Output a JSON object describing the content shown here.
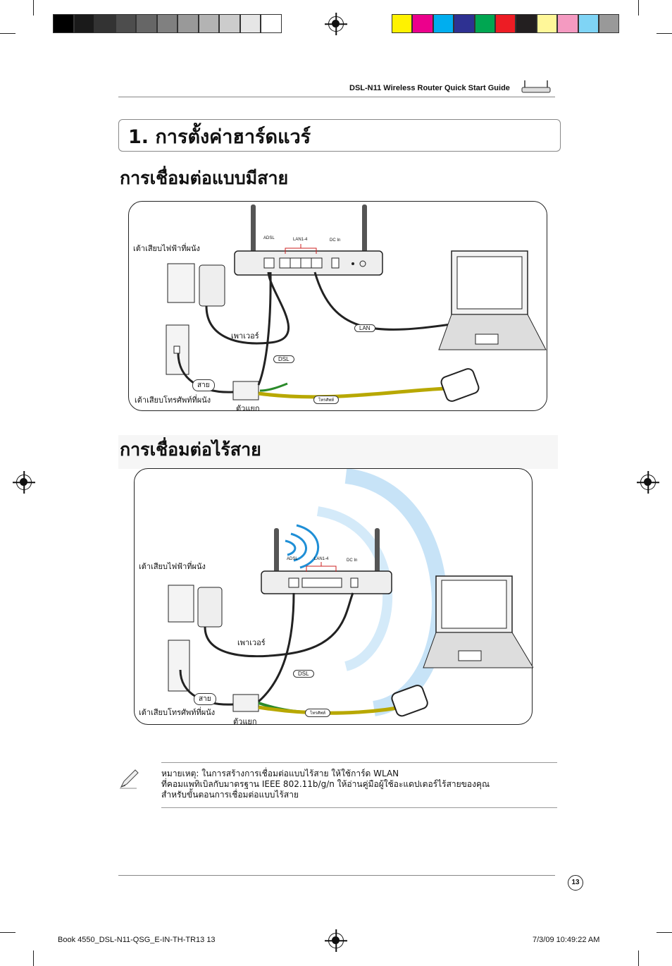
{
  "header": {
    "guide_title": "DSL-N11 Wireless Router Quick Start Guide"
  },
  "chapter": {
    "title": "1. การตั้งค่าฮาร์ดแวร์"
  },
  "wired": {
    "title": "การเชื่อมต่อแบบมีสาย",
    "labels": {
      "power_outlet": "เต้าเสียบไฟฟ้าที่ผนัง",
      "power_adapter": "เพาเวอร์",
      "phone_outlet": "เต้าเสียบโทรศัพท์ที่ผนัง",
      "line": "สาย",
      "splitter": "ตัวแยก",
      "dsl": "DSL",
      "lan": "LAN",
      "phone": "โทรศัพท์",
      "port_adsl": "ADSL",
      "port_lan": "LAN1-4",
      "port_dc": "DC In"
    }
  },
  "wireless": {
    "title": "การเชื่อมต่อไร้สาย",
    "labels": {
      "power_outlet": "เต้าเสียบไฟฟ้าที่ผนัง",
      "power_adapter": "เพาเวอร์",
      "phone_outlet": "เต้าเสียบโทรศัพท์ที่ผนัง",
      "line": "สาย",
      "splitter": "ตัวแยก",
      "dsl": "DSL",
      "phone": "โทรศัพท์",
      "port_adsl": "ADSL",
      "port_lan": "LAN1-4",
      "port_dc": "DC In"
    }
  },
  "note": {
    "line1": "หมายเหตุ: ในการสร้างการเชื่อมต่อแบบไร้สาย ให้ใช้การ์ด WLAN",
    "line2": "ที่คอมแพทิเบิลกับมาตรฐาน IEEE 802.11b/g/n ให้อ่านคู่มือผู้ใช้อะแดปเตอร์ไร้สายของคุณ",
    "line3": "สำหรับขั้นตอนการเชื่อมต่อแบบไร้สาย"
  },
  "page_number": "13",
  "footer": {
    "file": "Book 4550_DSL-N11-QSG_E-IN-TH-TR13   13",
    "timestamp": "7/3/09   10:49:22 AM"
  },
  "colors": {
    "gray_bar": [
      "#000000",
      "#1a1a1a",
      "#333333",
      "#4d4d4d",
      "#666666",
      "#808080",
      "#999999",
      "#b3b3b3",
      "#cccccc",
      "#e6e6e6",
      "#ffffff"
    ],
    "color_bar": [
      "#fff200",
      "#ec008c",
      "#00aeef",
      "#2e3192",
      "#00a651",
      "#ed1c24",
      "#231f20",
      "#fff799",
      "#f49ac1",
      "#7fd4f5",
      "#999999"
    ]
  }
}
